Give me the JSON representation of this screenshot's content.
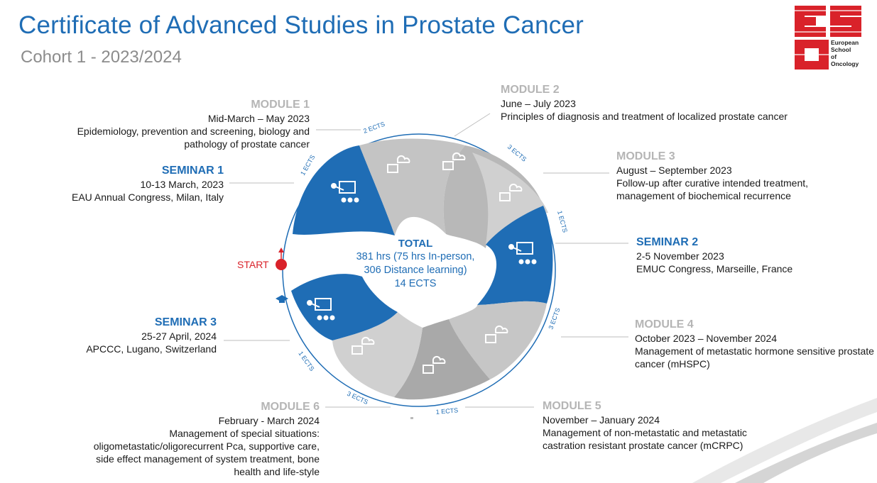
{
  "header": {
    "title": "Certificate of Advanced Studies in Prostate Cancer",
    "subtitle": "Cohort 1 - 2023/2024"
  },
  "logo": {
    "letters": "ESO",
    "line1": "European",
    "line2": "School",
    "line3": "of",
    "line4": "Oncology"
  },
  "total": {
    "heading": "TOTAL",
    "line1": "381 hrs (75 hrs In-person,",
    "line2": "306 Distance learning)",
    "line3": "14 ECTS"
  },
  "start_label": "START",
  "ects_labels": {
    "seminar1": "1 ECTS",
    "module1": "2 ECTS",
    "module2": "3 ECTS",
    "seminar2": "1 ECTS",
    "module4": "3 ECTS",
    "module5": "1 ECTS",
    "module6": "3 ECTS",
    "seminar3": "1 ECTS"
  },
  "items": {
    "module1": {
      "heading": "MODULE 1",
      "date": "Mid-March – May 2023",
      "desc1": "Epidemiology, prevention and screening, biology and",
      "desc2": "pathology of prostate cancer"
    },
    "seminar1": {
      "heading": "SEMINAR 1",
      "date": "10-13 March, 2023",
      "desc1": "EAU Annual Congress, Milan, Italy"
    },
    "module2": {
      "heading": "MODULE 2",
      "date": "June – July 2023",
      "desc1": "Principles of diagnosis and treatment of localized prostate cancer"
    },
    "module3": {
      "heading": "MODULE 3",
      "date": "August – September 2023",
      "desc1": "Follow-up after curative intended treatment,",
      "desc2": "management of biochemical recurrence"
    },
    "seminar2": {
      "heading": "SEMINAR 2",
      "date": "2-5 November 2023",
      "desc1": "EMUC Congress, Marseille, France"
    },
    "module4": {
      "heading": "MODULE 4",
      "date": "October 2023 – November 2024",
      "desc1": "Management of metastatic hormone sensitive prostate",
      "desc2": "cancer (mHSPC)"
    },
    "module5": {
      "heading": "MODULE 5",
      "date": "November – January 2024",
      "desc1": "Management of non-metastatic and metastatic",
      "desc2": "castration resistant prostate cancer (mCRPC)"
    },
    "module6": {
      "heading": "MODULE 6",
      "date": "February - March 2024",
      "desc1": "Management of special situations:",
      "desc2": "oligometastatic/oligorecurrent Pca, supportive care,",
      "desc3": "side effect management of system treatment, bone",
      "desc4": "health and life-style"
    },
    "seminar3": {
      "heading": "SEMINAR 3",
      "date": "25-27 April, 2024",
      "desc1": "APCCC, Lugano, Switzerland"
    }
  },
  "colors": {
    "blue": "#1f6db5",
    "grey": "#c9c9c9",
    "dark_grey": "#a9a9a9",
    "red": "#d9222a"
  }
}
